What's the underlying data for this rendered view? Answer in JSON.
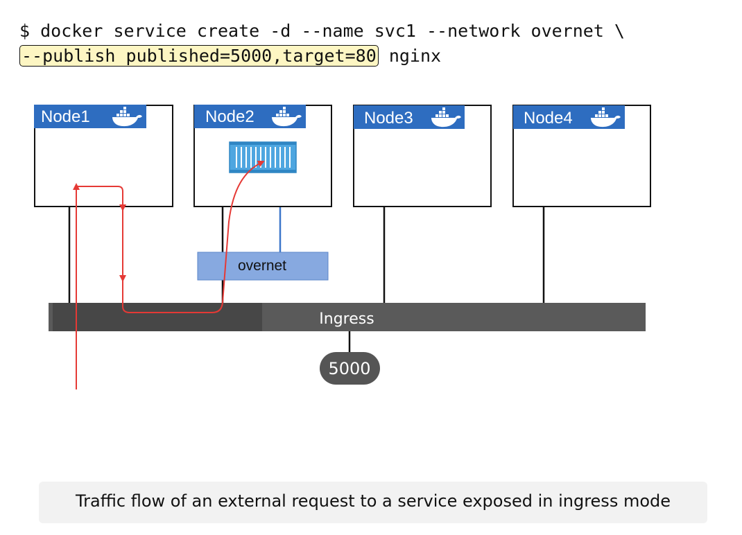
{
  "command": {
    "line1": "$ docker service create -d --name svc1 --network overnet \\",
    "line2_highlight": "--publish published=5000,target=80",
    "line2_rest": "nginx"
  },
  "nodes": [
    {
      "label": "Node1"
    },
    {
      "label": "Node2"
    },
    {
      "label": "Node3"
    },
    {
      "label": "Node4"
    }
  ],
  "overlay_network": {
    "label": "overnet",
    "color": "#87a9e0"
  },
  "ingress_network": {
    "label": "Ingress",
    "color": "#5a5a5a"
  },
  "published_port": {
    "label": "5000"
  },
  "colors": {
    "node_header": "#2e6dc0",
    "traffic_arrow": "#e53935",
    "container": "#4ea6e0"
  },
  "icons": {
    "node": "docker-whale-icon",
    "task": "container-icon"
  },
  "caption": "Traffic flow of an external request to a service exposed in ingress mode"
}
